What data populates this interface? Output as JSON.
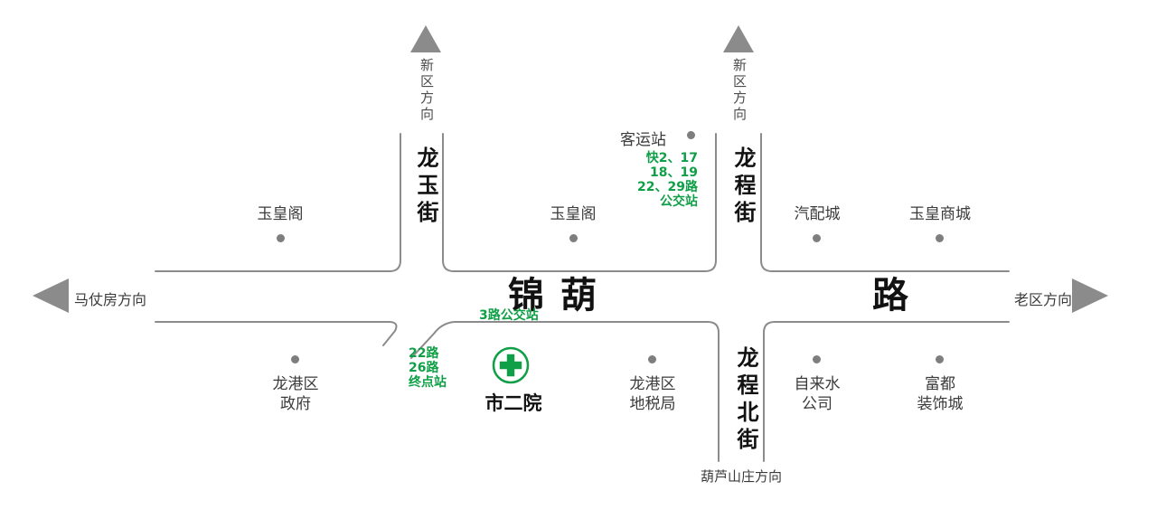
{
  "directions": {
    "top_left": "新区方向",
    "top_right": "新区方向",
    "west": "马仗房方向",
    "east": "老区方向",
    "south": "葫芦山庄方向"
  },
  "roads": {
    "vertical_top_left": "龙玉街",
    "vertical_top_right": "龙程街",
    "vertical_bottom_right": "龙程北街",
    "main_char_1": "锦",
    "main_char_2": "葫",
    "main_char_3": "路"
  },
  "places": {
    "yuhuangge_west": "玉皇阁",
    "yuhuangge_center": "玉皇阁",
    "passenger_station": "客运站",
    "qipeicheng": "汽配城",
    "yuhuang_mall": "玉皇商城",
    "district_gov": [
      "龙港区",
      "政府"
    ],
    "tax_bureau": [
      "龙港区",
      "地税局"
    ],
    "water_company": [
      "自来水",
      "公司"
    ],
    "fudu_mall": [
      "富都",
      "装饰城"
    ]
  },
  "bus": {
    "station_routes": [
      "快2、17",
      "18、19",
      "22、29路",
      "公交站"
    ],
    "route_3": "3路公交站",
    "terminal": [
      "22路",
      "26路",
      "终点站"
    ]
  },
  "hospital": {
    "name": "市二院"
  },
  "colors": {
    "green": "#0f9f46",
    "road_gray": "#8b8b8b",
    "text_dark": "#3b3b3b"
  }
}
